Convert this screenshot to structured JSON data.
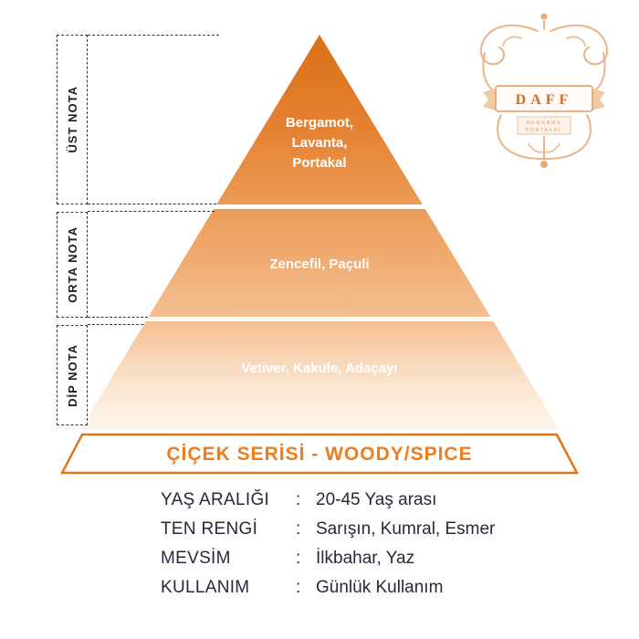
{
  "colors": {
    "accent_orange": "#f07c1c",
    "pyramid_gradient_top": "#db6f15",
    "pyramid_gradient_bottom": "#fdf4ea",
    "text_dark": "#252a38",
    "logo_orange": "#ecb18a"
  },
  "pyramid": {
    "sections": [
      {
        "side_label": "ÜST NOTA",
        "notes": "Bergamot,\nLavanta,\nPortakal"
      },
      {
        "side_label": "ORTA NOTA",
        "notes": "Zencefil, Paçuli"
      },
      {
        "side_label": "DİP NOTA",
        "notes": "Vetiver, Kakule, Adaçayı"
      }
    ]
  },
  "banner": {
    "title": "ÇİÇEK SERİSİ - WOODY/SPICE"
  },
  "logo": {
    "brand": "DAFF",
    "subtitle_line1": "BERGAMA",
    "subtitle_line2": "PORTAKAL"
  },
  "details": {
    "separator": ":",
    "rows": [
      {
        "label": "YAŞ ARALIĞI",
        "value": "20-45 Yaş arası"
      },
      {
        "label": "TEN RENGİ",
        "value": "Sarışın, Kumral, Esmer"
      },
      {
        "label": "MEVSİM",
        "value": "İlkbahar, Yaz"
      },
      {
        "label": "KULLANIM",
        "value": "Günlük Kullanım"
      }
    ]
  }
}
